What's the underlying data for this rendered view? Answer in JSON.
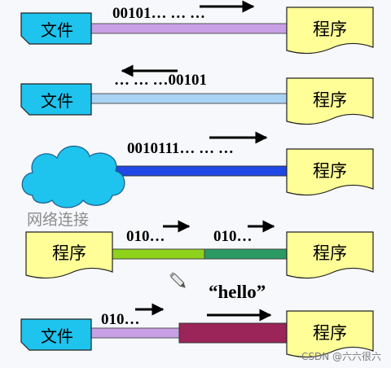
{
  "labels": {
    "file": "文件",
    "program": "程序",
    "network_connection": "网络连接",
    "hello": "“hello”"
  },
  "streams": {
    "row1": "00101… … …",
    "row2": "… … …00101",
    "row3": "0010111… … …",
    "row4_left": "010…",
    "row4_right": "010…",
    "row5": "010…"
  },
  "watermark": "CSDN @六六很六",
  "colors": {
    "file_box": "#1ec3ee",
    "program_box": "#fffe97",
    "cloud": "#1ec3ee",
    "pipe_row1": "#c9a0e6",
    "pipe_row2": "#a9d3f5",
    "pipe_row3": "#1f48e6",
    "pipe_row4_left": "#8ed21c",
    "pipe_row4_right": "#2a9a62",
    "pipe_row5_left": "#c9a0e6",
    "pipe_row5_right": "#9b2458"
  },
  "icons": [
    "arrow-right-icon",
    "arrow-left-icon",
    "pencil-icon"
  ]
}
